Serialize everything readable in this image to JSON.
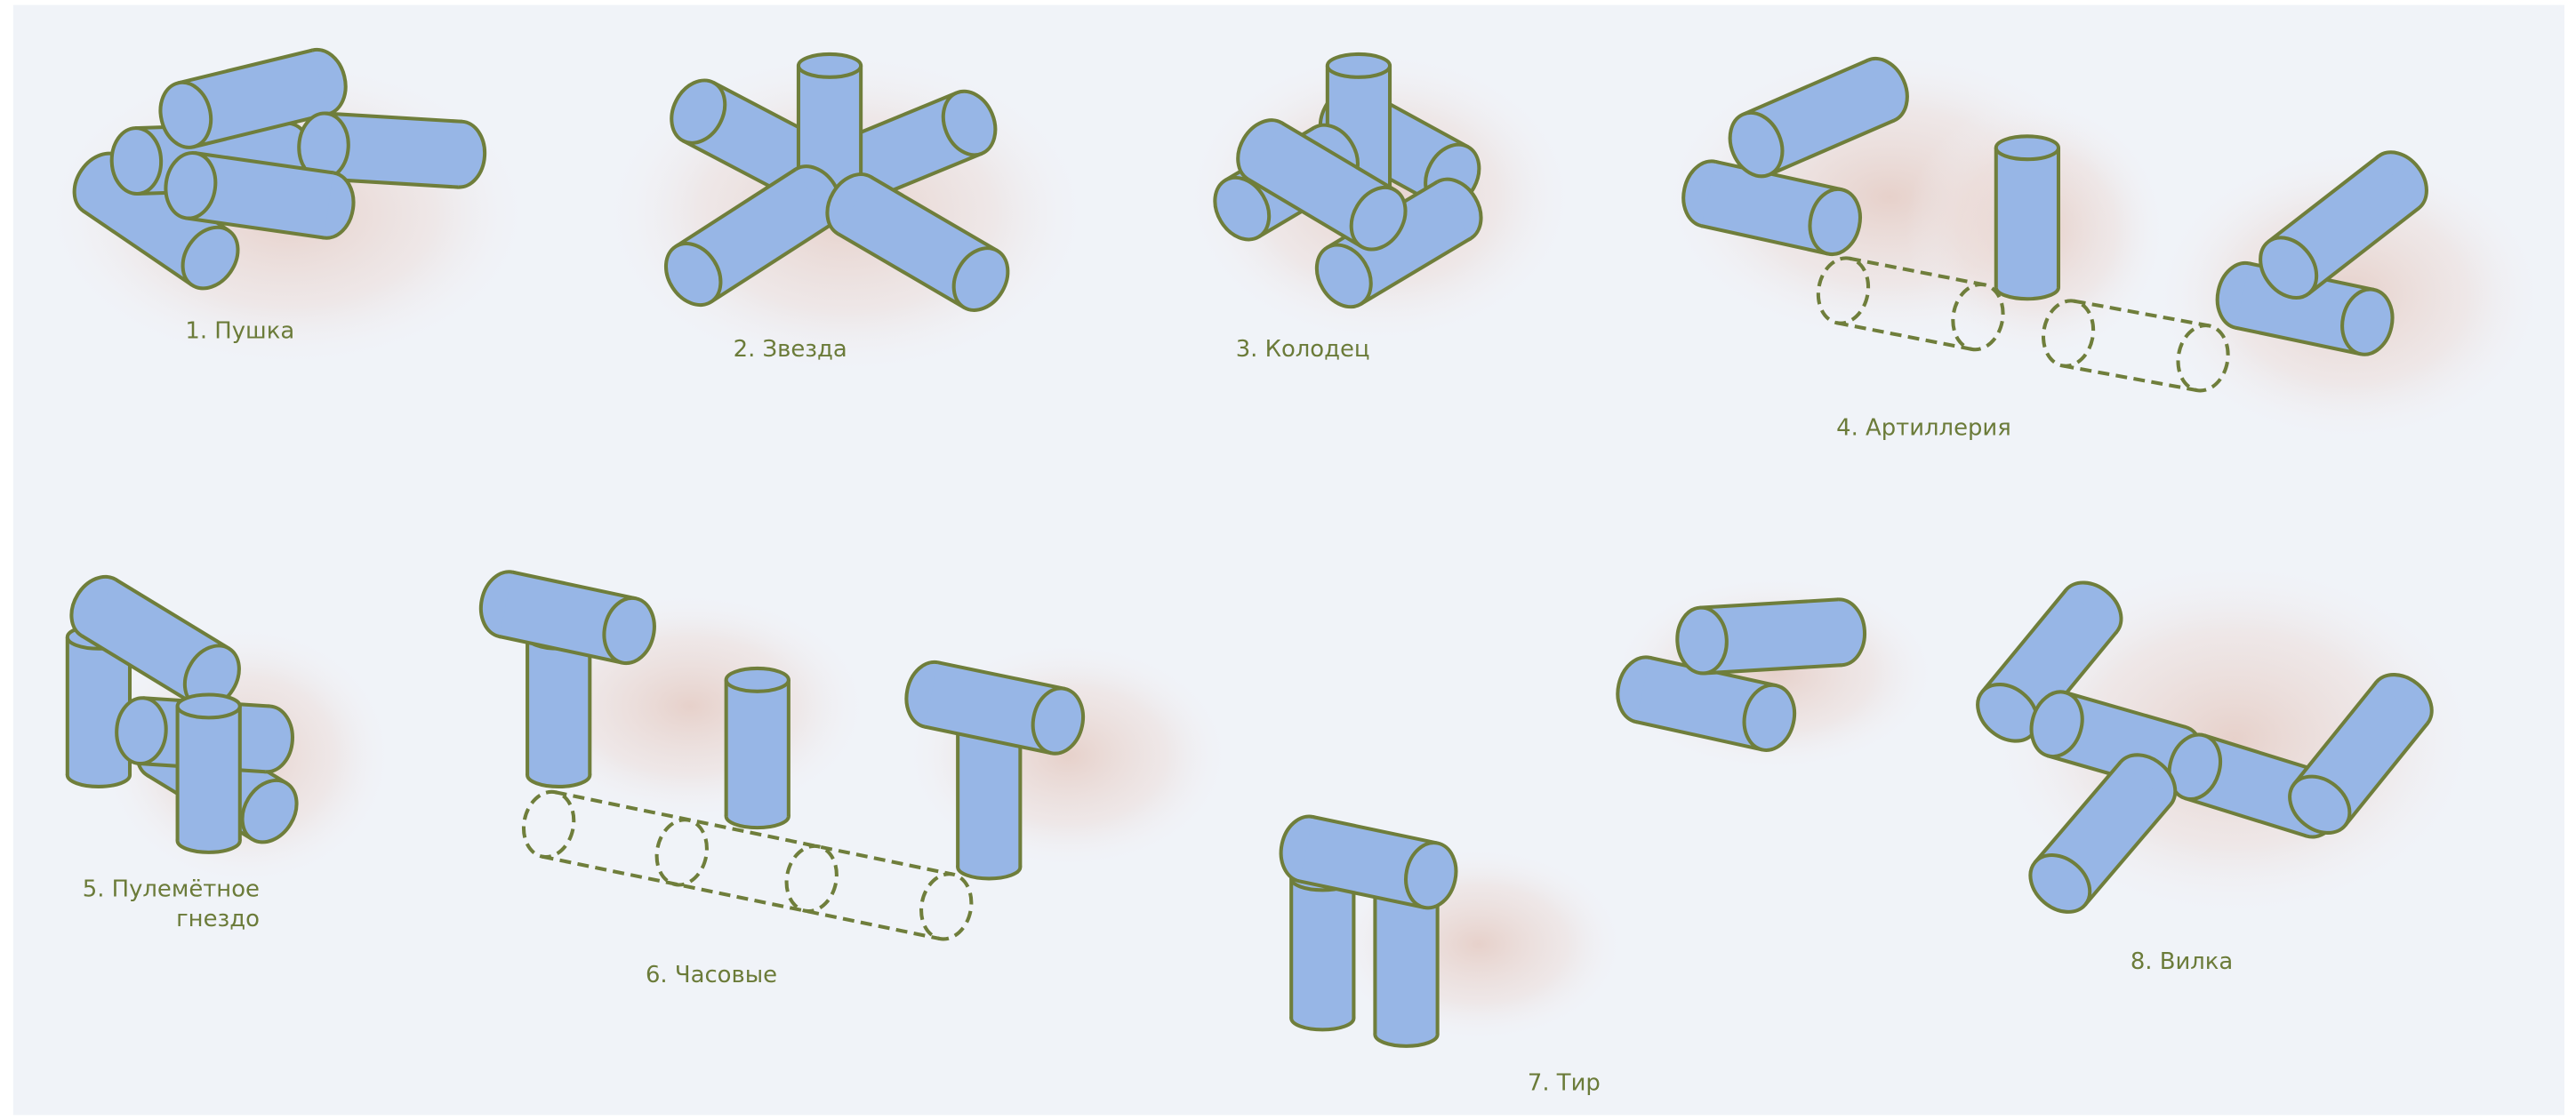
{
  "title": "Cylinder arrangements",
  "colors": {
    "fill": "#97b6e6",
    "stroke": "#6f7e3b",
    "label": "#6b7b39",
    "background": "#f0f3f8",
    "shadow": "#e6cfc8"
  },
  "figures": [
    {
      "label": "1. Пушка"
    },
    {
      "label": "2. Звезда"
    },
    {
      "label": "3. Колодец"
    },
    {
      "label": "4. Артиллерия"
    },
    {
      "label_line1": "5. Пулемётное",
      "label_line2": "гнездо"
    },
    {
      "label": "6. Часовые"
    },
    {
      "label": "7. Тир"
    },
    {
      "label": "8. Вилка"
    }
  ]
}
